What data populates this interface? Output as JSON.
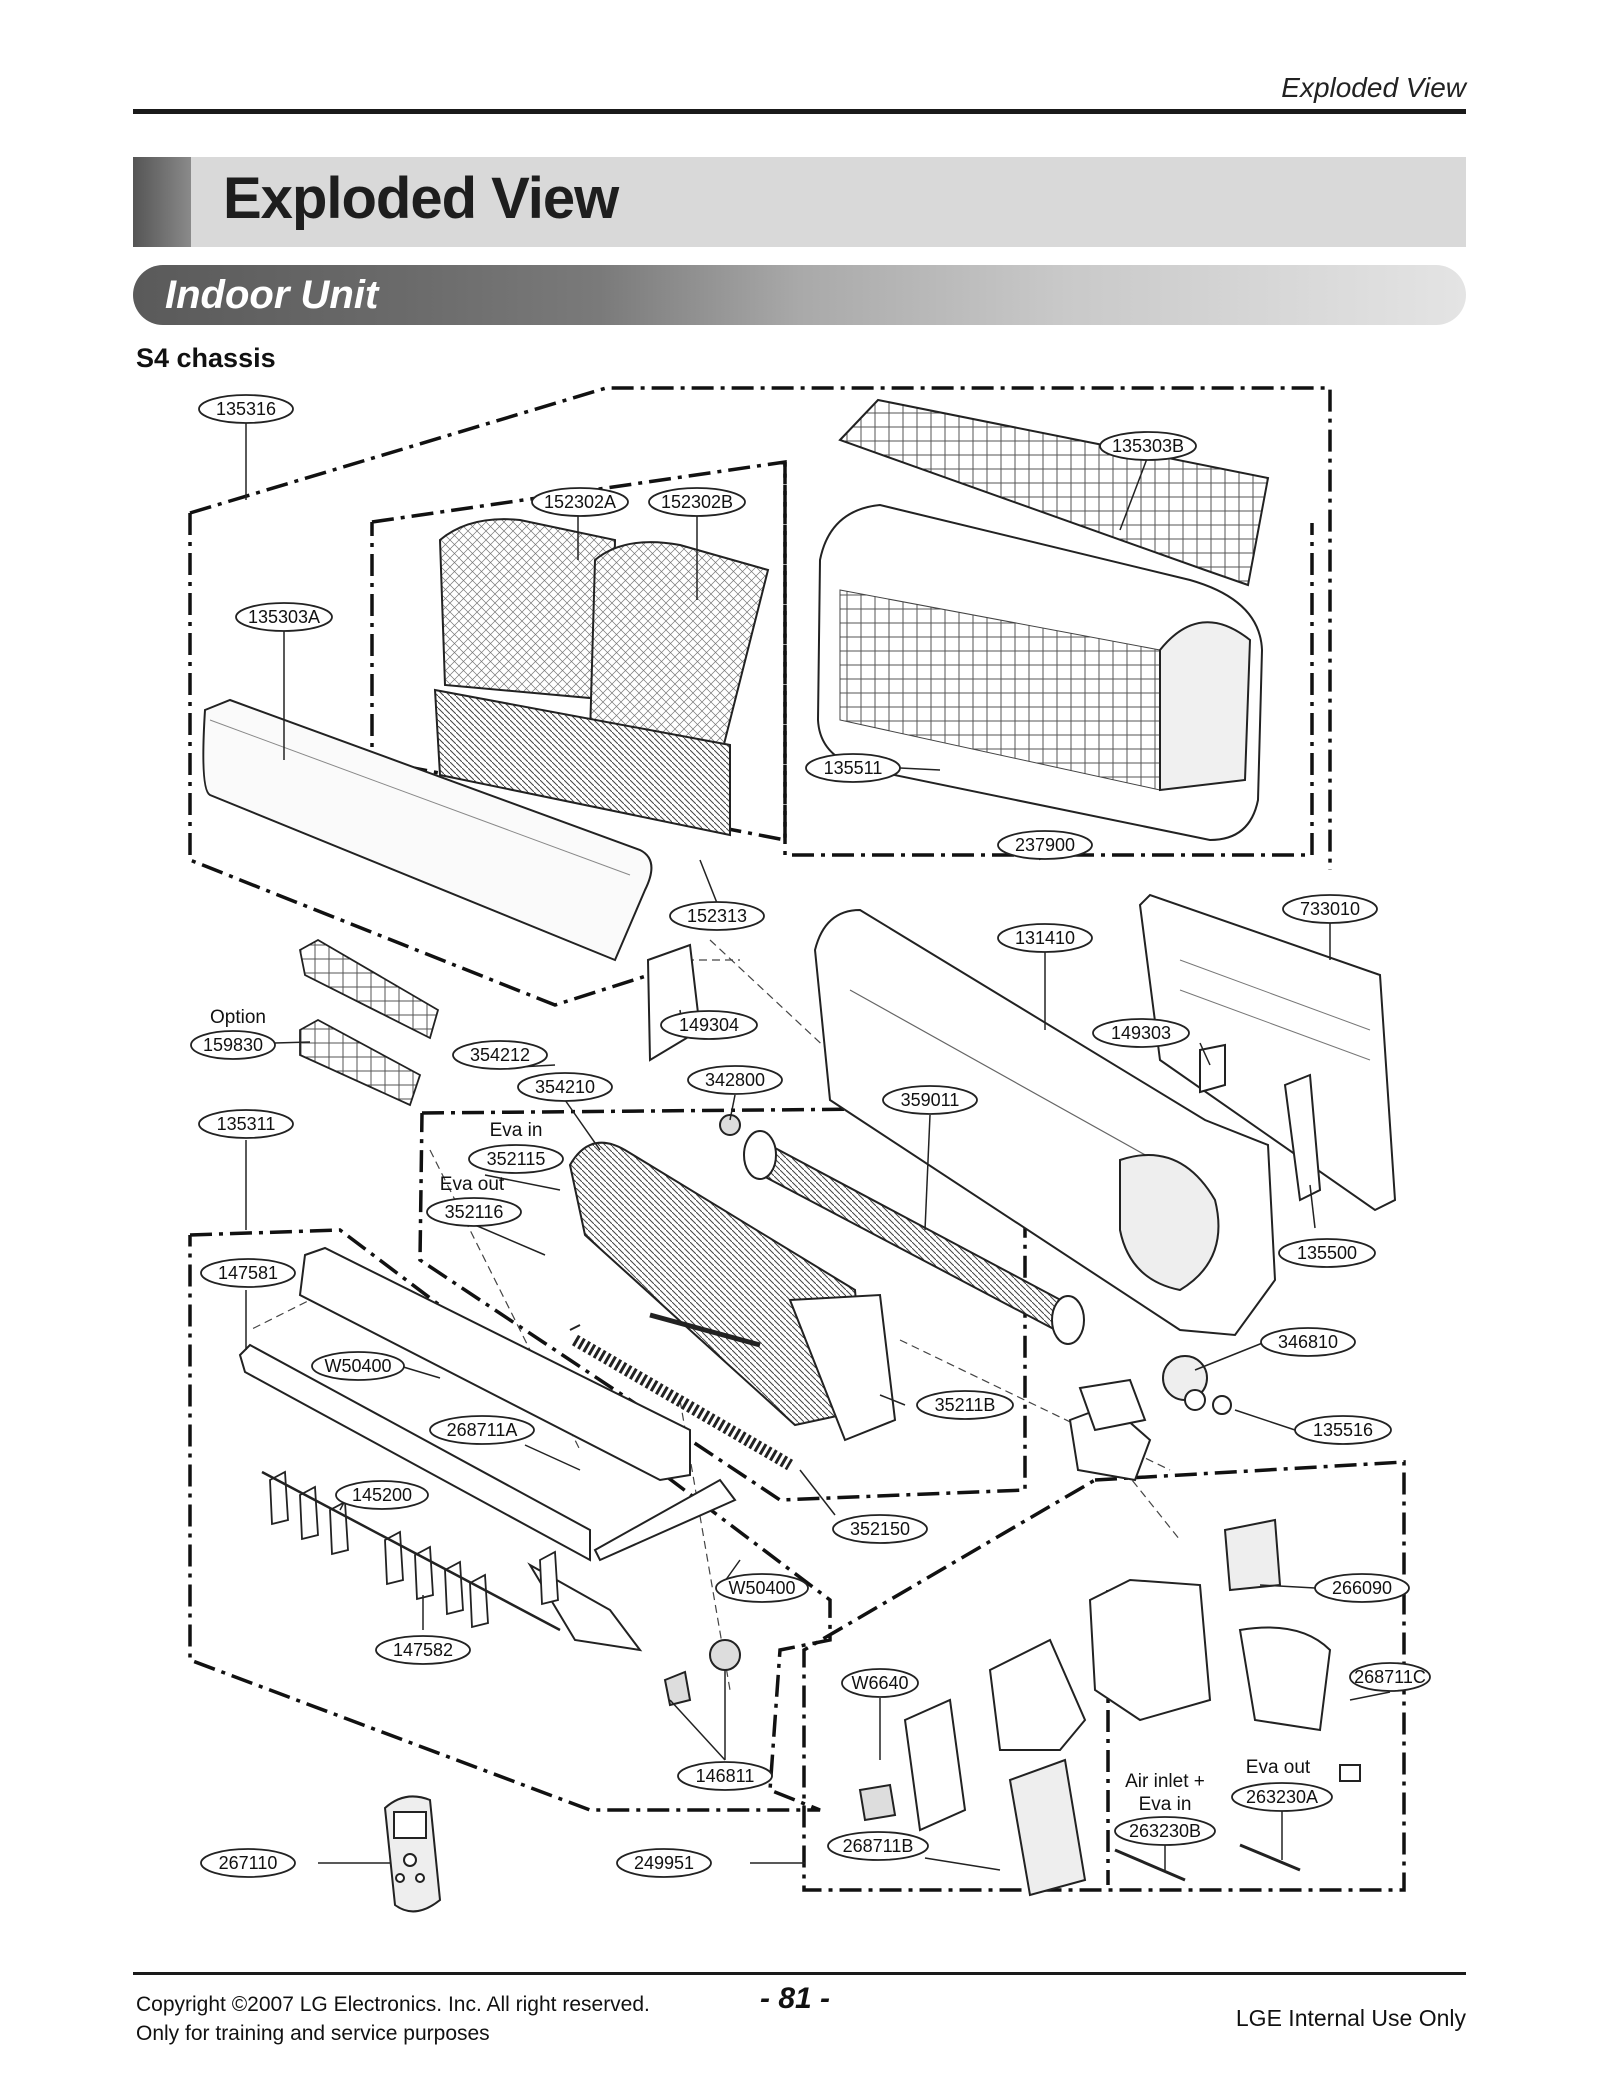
{
  "header": {
    "running_title": "Exploded View"
  },
  "title": "Exploded View",
  "section": "Indoor Unit",
  "chassis": "S4 chassis",
  "diagram": {
    "part_labels": [
      "135316",
      "135303B",
      "152302A",
      "152302B",
      "135303A",
      "135511",
      "237900",
      "152313",
      "733010",
      "131410",
      "149304",
      "149303",
      "159830",
      "354212",
      "354210",
      "342800",
      "359011",
      "135311",
      "352115",
      "352116",
      "135500",
      "147581",
      "W50400",
      "346810",
      "35211B",
      "268711A",
      "135516",
      "145200",
      "352150",
      "W50400",
      "266090",
      "147582",
      "W6640",
      "268711C",
      "146811",
      "263230A",
      "263230B",
      "267110",
      "249951",
      "268711B"
    ],
    "text_notes": [
      "Option",
      "Eva in",
      "Eva out",
      "Air inlet +",
      "Eva in",
      "Eva out"
    ]
  },
  "footer": {
    "copyright": "Copyright ©2007 LG Electronics. Inc. All right reserved.",
    "training": "Only for training and service purposes",
    "page_number": "- 81 -",
    "internal": "LGE Internal Use Only"
  }
}
